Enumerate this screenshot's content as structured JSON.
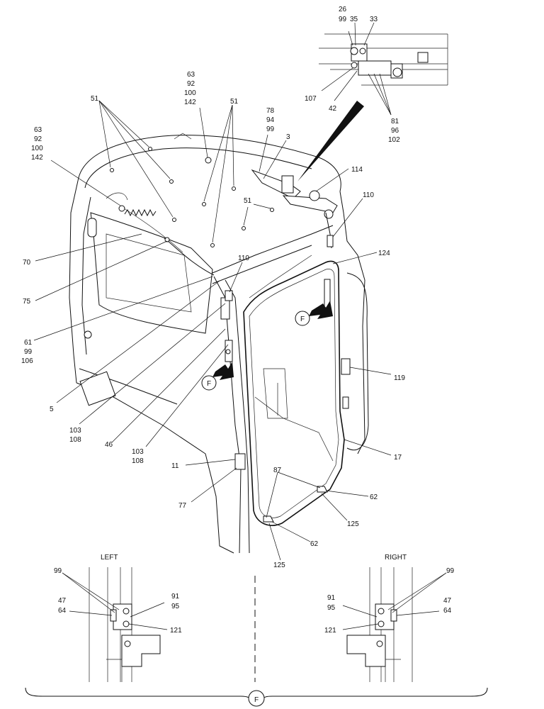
{
  "callouts": {
    "c26": "26",
    "c99a": "99",
    "c35": "35",
    "c33": "33",
    "c107": "107",
    "c42": "42",
    "c81": "81",
    "c96": "96",
    "c102": "102",
    "c63a": "63",
    "c92a": "92",
    "c100a": "100",
    "c142a": "142",
    "c63b": "63",
    "c92b": "92",
    "c100b": "100",
    "c142b": "142",
    "c51a": "51",
    "c51b": "51",
    "c51c": "51",
    "c78": "78",
    "c94": "94",
    "c99b": "99",
    "c3": "3",
    "c114": "114",
    "c110a": "110",
    "c110b": "110",
    "c124": "124",
    "c70": "70",
    "c75": "75",
    "c61": "61",
    "c99c": "99",
    "c106": "106",
    "c5": "5",
    "c103a": "103",
    "c108a": "108",
    "c46": "46",
    "c103b": "103",
    "c108b": "108",
    "c119": "119",
    "c17": "17",
    "c11": "11",
    "c77": "77",
    "c87": "87",
    "c62a": "62",
    "c125a": "125",
    "c62b": "62",
    "c125b": "125",
    "viewF1": "F",
    "viewF2": "F",
    "viewF3": "F"
  },
  "detail_left": {
    "title": "LEFT",
    "c99": "99",
    "c47": "47",
    "c64": "64",
    "c91": "91",
    "c95": "95",
    "c121": "121"
  },
  "detail_right": {
    "title": "RIGHT",
    "c99": "99",
    "c47": "47",
    "c64": "64",
    "c91": "91",
    "c95": "95",
    "c121": "121"
  }
}
